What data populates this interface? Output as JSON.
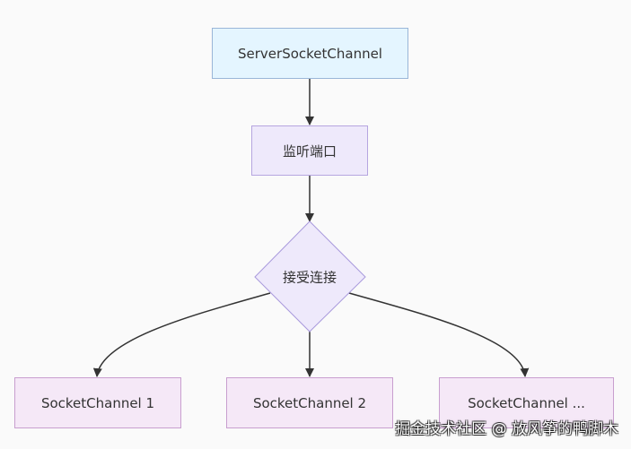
{
  "diagram": {
    "nodes": {
      "server": {
        "label": "ServerSocketChannel",
        "fill": "#e4f5ff",
        "stroke": "#9ab6d8"
      },
      "listen": {
        "label": "监听端口",
        "fill": "#eee9fb",
        "stroke": "#b6a6e0"
      },
      "accept": {
        "label": "接受连接",
        "fill": "#eee9fb",
        "stroke": "#a899dc"
      },
      "socket1": {
        "label": "SocketChannel 1",
        "fill": "#f5e8f7",
        "stroke": "#c89fcf"
      },
      "socket2": {
        "label": "SocketChannel 2",
        "fill": "#f5e8f7",
        "stroke": "#c89fcf"
      },
      "socket3": {
        "label": "SocketChannel ...",
        "fill": "#f5e8f7",
        "stroke": "#c89fcf"
      }
    },
    "edges": [
      {
        "from": "server",
        "to": "listen"
      },
      {
        "from": "listen",
        "to": "accept"
      },
      {
        "from": "accept",
        "to": "socket1"
      },
      {
        "from": "accept",
        "to": "socket2"
      },
      {
        "from": "accept",
        "to": "socket3"
      }
    ],
    "edge_color": "#333333"
  },
  "watermark": {
    "text": "掘金技术社区 @ 放风筝的鸭脚木"
  }
}
